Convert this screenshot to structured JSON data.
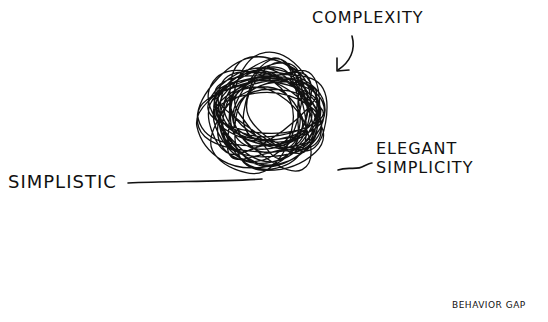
{
  "diagram": {
    "labels": [
      "COMPLEXITY",
      "SIMPLISTIC",
      "ELEGANT SIMPLICITY",
      "BEHAVIOR GAP"
    ]
  }
}
